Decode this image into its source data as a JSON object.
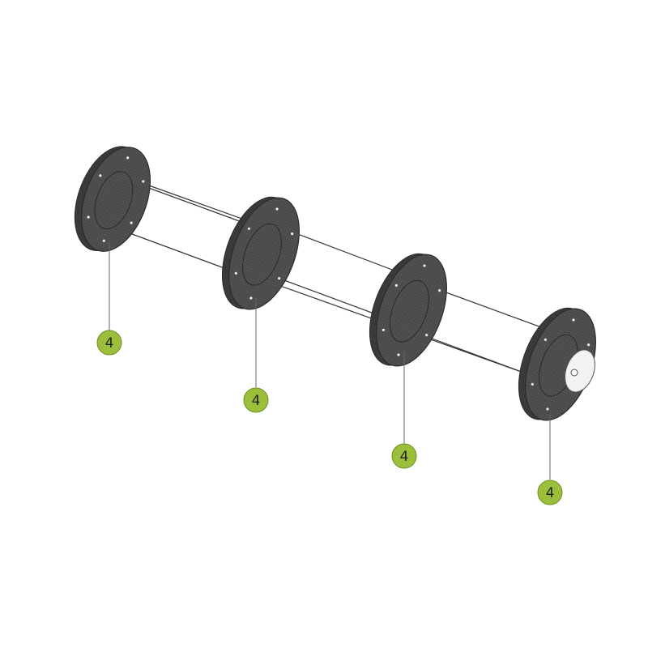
{
  "diagram": {
    "part_label": "4",
    "colors": {
      "flange_fill": "#4d4d4d",
      "flange_edge": "#2b2b2b",
      "shaft_fill": "#ffffff",
      "line": "#333333",
      "callout_fill": "#9bbf3b",
      "callout_stroke": "#6f8f24",
      "leader_line": "#666666"
    },
    "callouts": [
      {
        "label": "4"
      },
      {
        "label": "4"
      },
      {
        "label": "4"
      },
      {
        "label": "4"
      }
    ]
  }
}
